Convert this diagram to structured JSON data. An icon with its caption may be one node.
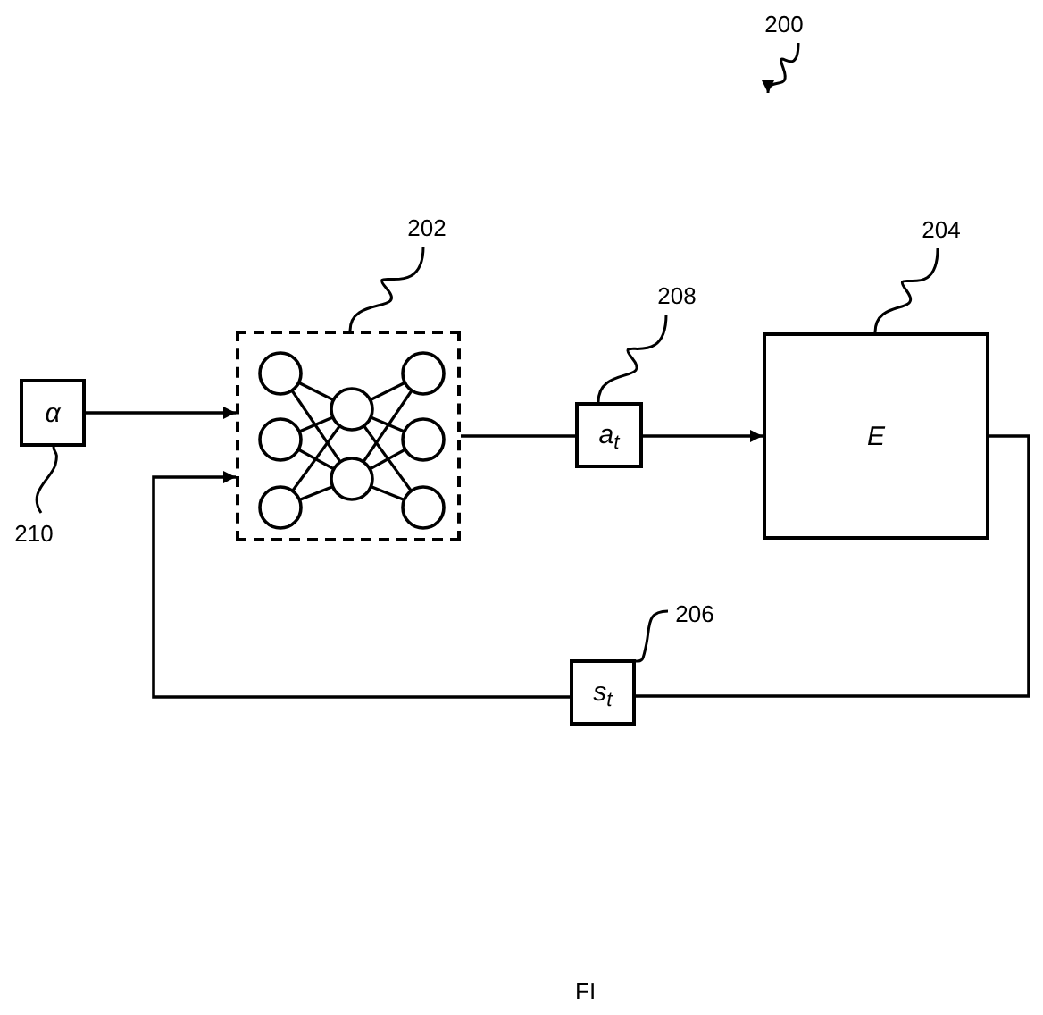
{
  "diagram": {
    "nodes": [
      {
        "text": [
          "α"
        ]
      },
      {
        "text": [],
        "shape": "box"
      },
      {
        "text": [
          "a$_{t}$"
        ]
      },
      {
        "text": [
          "E"
        ]
      },
      {
        "text": [
          "s$_{t}$"
        ]
      },
      {
        "text": [
          "200"
        ]
      },
      {
        "text": [
          "202"
        ]
      },
      {
        "text": [
          "204"
        ]
      },
      {
        "text": [
          "208"
        ]
      },
      {
        "text": [
          "206"
        ]
      },
      {
        "text": [
          "210"
        ]
      }
    ],
    "edges": [
      {
        "from": 0,
        "to": 1,
        "arrow": "to"
      },
      {
        "from": 1,
        "to": 2,
        "arrow": "none"
      },
      {
        "from": 2,
        "to": 3,
        "arrow": "to"
      },
      {
        "from": 3,
        "to": 4,
        "arrow": "none"
      },
      {
        "from": 4,
        "to": 1,
        "arrow": "to"
      },
      {
        "from": 5,
        "to": null,
        "arrow": "to"
      },
      {
        "from": 6,
        "to": 1,
        "arrow": "none"
      },
      {
        "from": 7,
        "to": 3,
        "arrow": "none"
      },
      {
        "from": 8,
        "to": 2,
        "arrow": "none"
      },
      {
        "from": 9,
        "to": 4,
        "arrow": "none"
      },
      {
        "from": 10,
        "to": 0,
        "arrow": "none"
      }
    ],
    "labels": [
      "FI"
    ]
  }
}
